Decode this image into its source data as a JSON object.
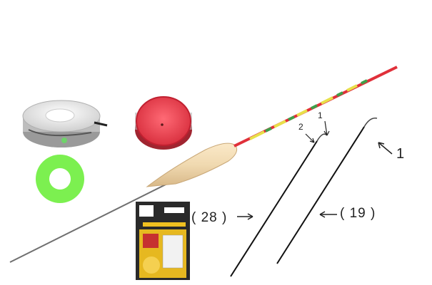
{
  "labels": {
    "tip_28": "( 28 )",
    "tip_19": "( 19 )",
    "tip_1": "1",
    "marker_2": "2",
    "marker_1": "1"
  },
  "colors": {
    "background": "#ffffff",
    "float_body": "#f0d9b0",
    "float_tip_red": "#e0303a",
    "float_tip_yellow": "#e8e04a",
    "float_tip_green": "#3ea04a",
    "stem": "#707070",
    "spool_red": "#e8424f",
    "ring_green": "#7cf050",
    "spool_white": "#e6e6e6"
  },
  "icons": {
    "float": "fishing-float",
    "spool_white": "line-spool-white",
    "spool_red": "line-spool-red",
    "ring": "green-rubber-ring",
    "package": "hook-package"
  }
}
